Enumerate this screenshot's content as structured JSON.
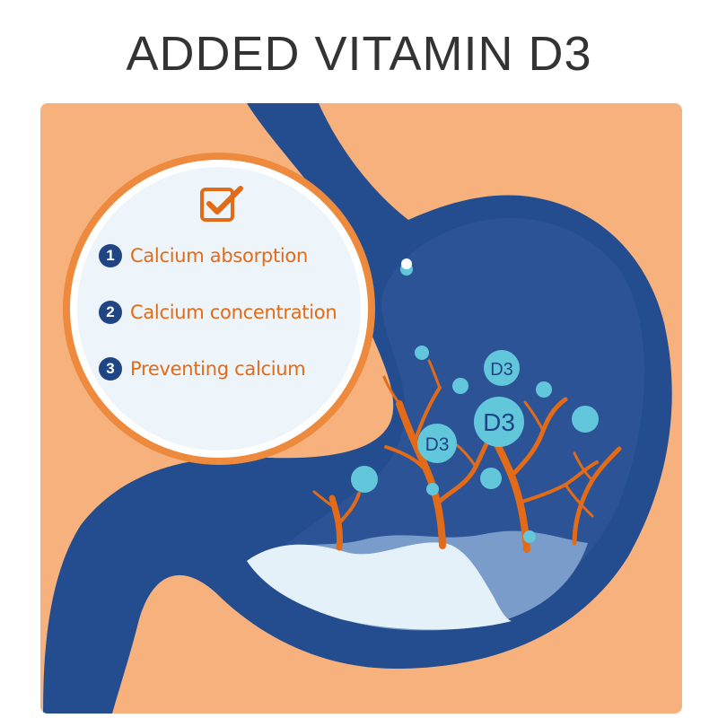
{
  "title": "ADDED VITAMIN D3",
  "colors": {
    "background": "#f7b17d",
    "stomach_outer": "#234d8f",
    "stomach_inner": "#2b5396",
    "accent_orange": "#e36b17",
    "bubble": "#63c7dc",
    "liquid": "#e5f1f8"
  },
  "check_icon": "checkbox-checked-icon",
  "benefits": [
    {
      "number": "1",
      "label": "Calcium absorption"
    },
    {
      "number": "2",
      "label": "Calcium concentration"
    },
    {
      "number": "3",
      "label": "Preventing calcium"
    }
  ],
  "bubble_labels": [
    "D3",
    "D3",
    "D3"
  ]
}
